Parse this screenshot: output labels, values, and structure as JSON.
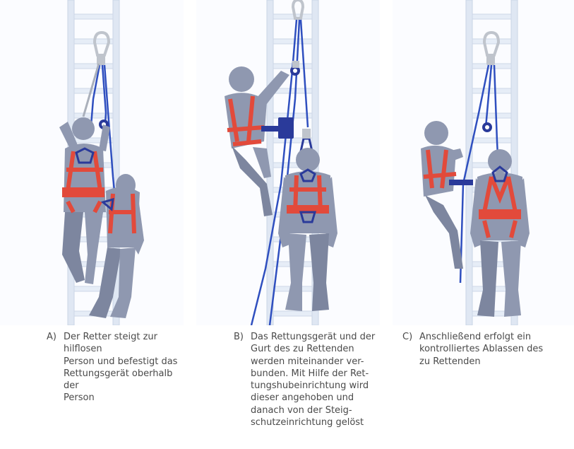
{
  "panels": [
    {
      "id": "A",
      "label": "A)",
      "text": "Der Retter steigt zur hilflosen\nPerson und befestigt das\nRettungsgerät oberhalb der\nPerson"
    },
    {
      "id": "B",
      "label": "B)",
      "text": "Das Rettungsgerät und der\nGurt des zu Rettenden\nwerden miteinander ver-\nbunden. Mit Hilfe der Ret-\ntungshubeinrichtung wird\ndieser angehoben und\ndanach von der Steig-\nschutzeinrichtung gelöst"
    },
    {
      "id": "C",
      "label": "C)",
      "text": "Anschließend erfolgt ein\nkontrolliertes Ablassen des\nzu Rettenden"
    }
  ],
  "colors": {
    "ladder": "#dfe7f3",
    "ladder_edge": "#c9d4e6",
    "figure": "#8f98b0",
    "figure_shade": "#7d869f",
    "harness": "#e24a3b",
    "rope": "#2f4fbf",
    "device": "#2a3a9a",
    "metal": "#bfc4cc",
    "caption": "#4a4a4a"
  }
}
